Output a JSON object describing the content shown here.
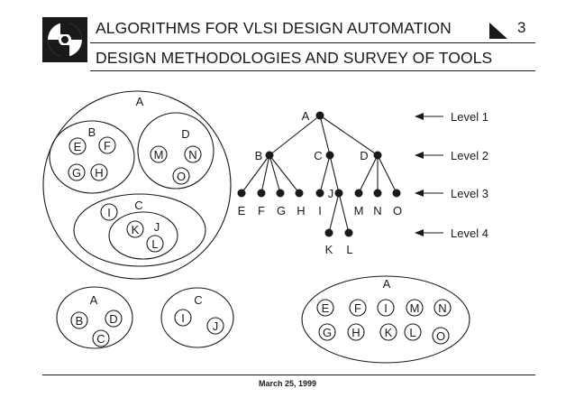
{
  "header": {
    "title": "ALGORITHMS FOR VLSI DESIGN AUTOMATION",
    "subtitle": "DESIGN METHODOLOGIES AND SURVEY OF TOOLS",
    "page_number": "3",
    "logo_icon": "university-emblem-icon",
    "corner_icon": "triangle-page-marker-icon"
  },
  "footer": {
    "date": "March 25, 1999"
  },
  "venn": {
    "outer": "A",
    "group_b": {
      "label": "B",
      "members": [
        "E",
        "F",
        "G",
        "H"
      ]
    },
    "group_d": {
      "label": "D",
      "members": [
        "M",
        "N",
        "O"
      ]
    },
    "group_c": {
      "label": "C",
      "members": [
        "I",
        "K",
        "J",
        "L"
      ]
    },
    "group_j_label": "J"
  },
  "tree": {
    "nodes": [
      "A",
      "B",
      "C",
      "D",
      "E",
      "F",
      "G",
      "H",
      "I",
      "J",
      "M",
      "N",
      "O",
      "K",
      "L"
    ],
    "edges": [
      [
        "A",
        "B"
      ],
      [
        "A",
        "C"
      ],
      [
        "A",
        "D"
      ],
      [
        "B",
        "E"
      ],
      [
        "B",
        "F"
      ],
      [
        "B",
        "G"
      ],
      [
        "B",
        "H"
      ],
      [
        "C",
        "I"
      ],
      [
        "C",
        "J"
      ],
      [
        "D",
        "M"
      ],
      [
        "D",
        "N"
      ],
      [
        "D",
        "O"
      ],
      [
        "J",
        "K"
      ],
      [
        "J",
        "L"
      ]
    ]
  },
  "levels": [
    "Level 1",
    "Level 2",
    "Level 3",
    "Level 4"
  ],
  "partition_a": {
    "label": "A",
    "members": [
      "B",
      "D",
      "C"
    ]
  },
  "partition_c": {
    "label": "C",
    "members": [
      "I",
      "J"
    ]
  },
  "flat_a": {
    "label": "A",
    "members": [
      "E",
      "F",
      "I",
      "M",
      "N",
      "G",
      "H",
      "K",
      "L",
      "O"
    ]
  }
}
